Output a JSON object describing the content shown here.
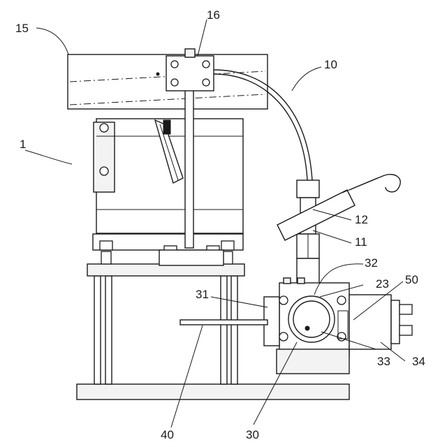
{
  "labels": {
    "l1": "1",
    "l10": "10",
    "l11": "11",
    "l12": "12",
    "l15": "15",
    "l16": "16",
    "l23": "23",
    "l30": "30",
    "l31": "31",
    "l32": "32",
    "l33": "33",
    "l34": "34",
    "l40": "40",
    "l50": "50"
  }
}
